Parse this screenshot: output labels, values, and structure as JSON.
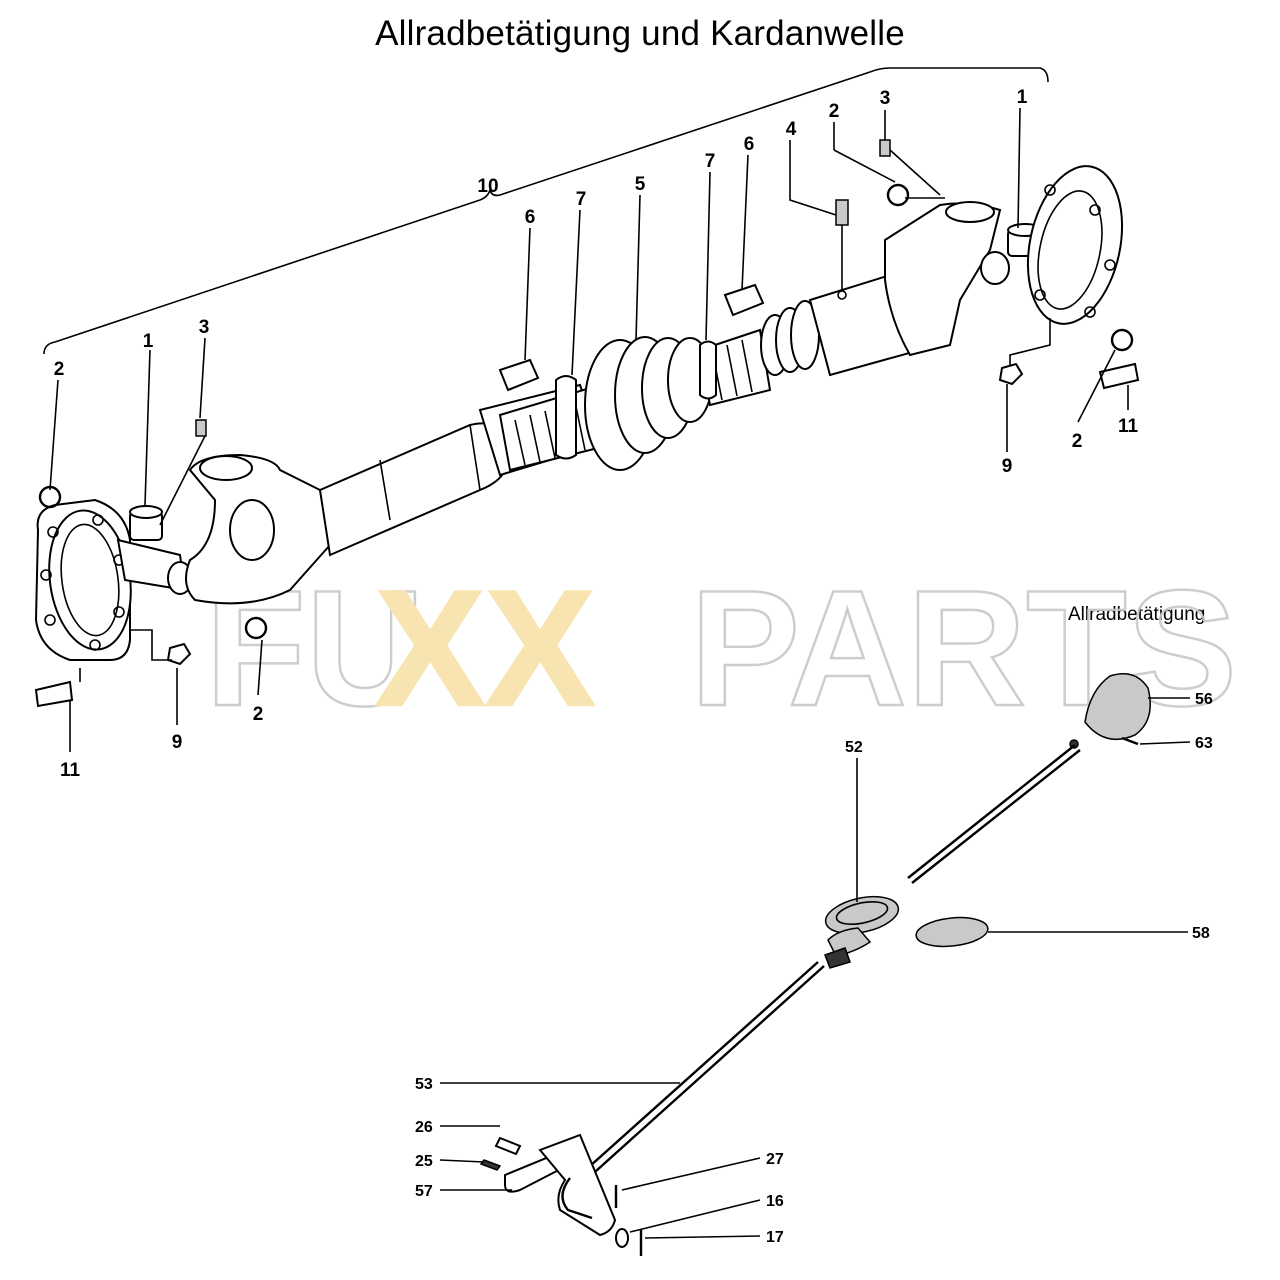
{
  "title": "Allradbetätigung und Kardanwelle",
  "section_label": "Allradbetätigung",
  "watermark": {
    "text_left": "FU",
    "text_mid": "XX",
    "text_right": "PARTS",
    "accent_color": "#f5d78a",
    "outline_color": "#c8c8c8"
  },
  "callouts_shaft": {
    "c10": "10",
    "c1_left": "1",
    "c2_left_top": "2",
    "c2_left_bottom": "2",
    "c3_left": "3",
    "c9_left": "9",
    "c11_left": "11",
    "c6_left": "6",
    "c7_left": "7",
    "c5": "5",
    "c7_right": "7",
    "c6_right": "6",
    "c4": "4",
    "c2_right_top": "2",
    "c3_right": "3",
    "c1_right": "1",
    "c2_right_bottom": "2",
    "c11_right": "11",
    "c9_right": "9"
  },
  "callouts_lever": {
    "c56": "56",
    "c63": "63",
    "c52": "52",
    "c58": "58",
    "c53": "53",
    "c26": "26",
    "c25": "25",
    "c57": "57",
    "c27": "27",
    "c16": "16",
    "c17": "17"
  }
}
